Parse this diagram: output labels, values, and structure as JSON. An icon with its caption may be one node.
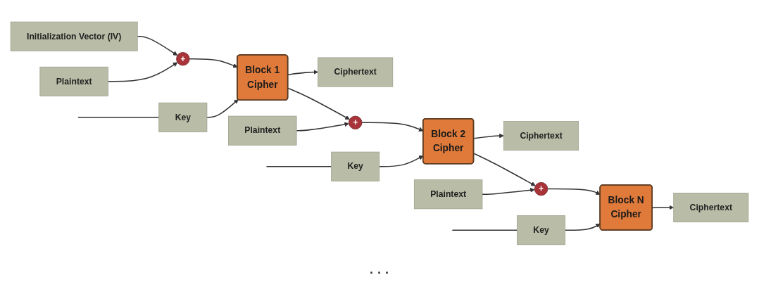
{
  "diagram": {
    "nodes": [
      {
        "text": [
          "Initialization Vector (IV)"
        ]
      },
      {
        "text": [
          "Plaintext"
        ]
      },
      {
        "text": [
          "+"
        ]
      },
      {
        "text": [
          "Block 1",
          "Cipher"
        ]
      },
      {
        "text": [
          "Key"
        ]
      },
      {
        "text": [
          "Ciphertext"
        ]
      },
      {
        "text": [
          "Plaintext"
        ]
      },
      {
        "text": [
          "+"
        ]
      },
      {
        "text": [
          "Block 2",
          "Cipher"
        ]
      },
      {
        "text": [
          "Key"
        ]
      },
      {
        "text": [
          "Ciphertext"
        ]
      },
      {
        "text": [
          "Plaintext"
        ]
      },
      {
        "text": [
          "+"
        ]
      },
      {
        "text": [
          "Block N",
          "Cipher"
        ]
      },
      {
        "text": [
          "Key"
        ]
      },
      {
        "text": [
          "Ciphertext"
        ]
      }
    ],
    "edges": [
      {
        "from": 0,
        "to": 2,
        "arrow": "to"
      },
      {
        "from": 1,
        "to": 2,
        "arrow": "to"
      },
      {
        "from": 2,
        "to": 3,
        "arrow": "to"
      },
      {
        "from": null,
        "to": 4,
        "arrow": "none"
      },
      {
        "from": 4,
        "to": 3,
        "arrow": "to"
      },
      {
        "from": 3,
        "to": 5,
        "arrow": "to"
      },
      {
        "from": 3,
        "to": 7,
        "arrow": "to"
      },
      {
        "from": 6,
        "to": 7,
        "arrow": "to"
      },
      {
        "from": 7,
        "to": 8,
        "arrow": "to"
      },
      {
        "from": null,
        "to": 9,
        "arrow": "none"
      },
      {
        "from": 9,
        "to": 8,
        "arrow": "to"
      },
      {
        "from": 8,
        "to": 10,
        "arrow": "to"
      },
      {
        "from": 8,
        "to": 12,
        "arrow": "to"
      },
      {
        "from": 11,
        "to": 12,
        "arrow": "to"
      },
      {
        "from": 12,
        "to": 13,
        "arrow": "to"
      },
      {
        "from": null,
        "to": 14,
        "arrow": "none"
      },
      {
        "from": 14,
        "to": 13,
        "arrow": "to"
      },
      {
        "from": 13,
        "to": 15,
        "arrow": "to"
      }
    ],
    "labels": [
      "· · ·"
    ]
  }
}
